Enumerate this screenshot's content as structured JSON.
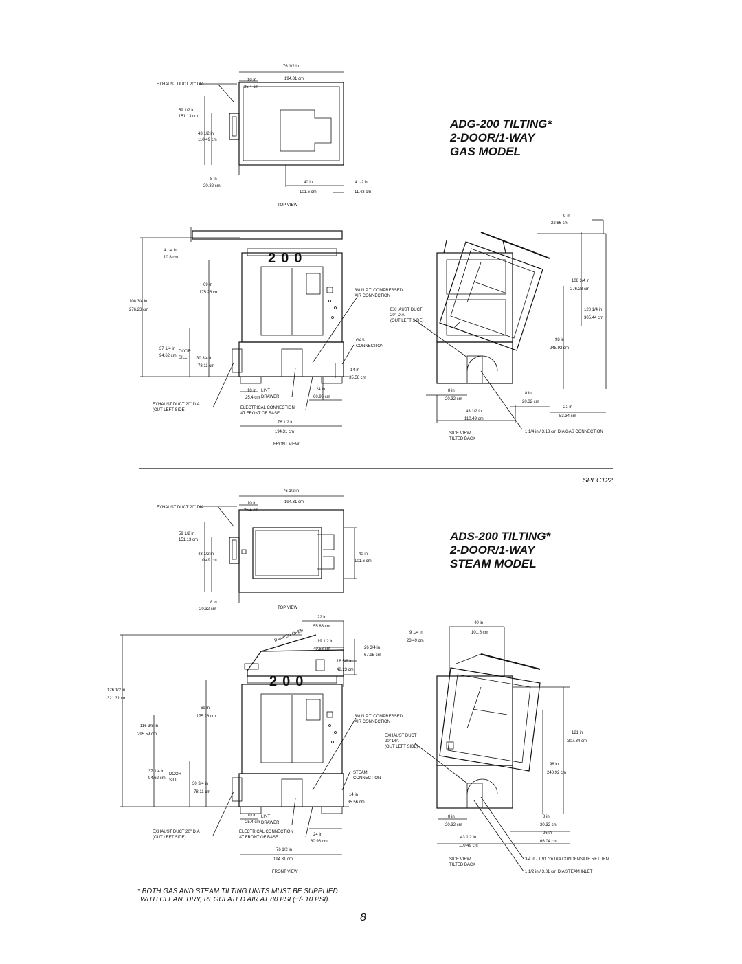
{
  "gas": {
    "title_line1": "ADG-200 TILTING*",
    "title_line2": "2-DOOR/1-WAY",
    "title_line3": "GAS MODEL",
    "top": {
      "exhaust": "EXHAUST DUCT 20\" DIA",
      "w_in": "76 1/2 in",
      "w_cm": "194.31 cm",
      "d10_in": "10 in",
      "d10_cm": "25.4 cm",
      "d59_in": "59 1/2 in",
      "d59_cm": "151.13 cm",
      "d43_in": "43 1/2 in",
      "d43_cm": "110.49 cm",
      "d8_in": "8 in",
      "d8_cm": "20.32 cm",
      "d40_in": "40 in",
      "d40_cm": "101.6 cm",
      "d4_in": "4 1/2 in",
      "d4_cm": "11.43 cm",
      "caption": "TOP VIEW"
    },
    "front": {
      "d41_in": "4 1/4 in",
      "d41_cm": "10.8 cm",
      "d69_in": "69 in",
      "d69_cm": "175.26 cm",
      "d108_in": "108 3/4 in",
      "d108_cm": "276.23 cm",
      "d37_in": "37 1/4 in",
      "d37_cm": "94.62 cm",
      "door": "DOOR",
      "sill": "SILL",
      "d30_in": "30 3/4 in",
      "d30_cm": "78.11 cm",
      "d10_in": "10 in",
      "d10_cm": "25.4 cm",
      "lint": "LINT",
      "drawer": "DRAWER",
      "d24_in": "24 in",
      "d24_cm": "60.96 cm",
      "d14_in": "14 in",
      "d14_cm": "35.56 cm",
      "air1": "3/8 N.P.T. COMPRESSED",
      "air2": "AIR CONNECTION",
      "gas1": "GAS",
      "gas2": "CONNECTION",
      "exh1": "EXHAUST DUCT 20\" DIA",
      "exh2": "(OUT LEFT SIDE)",
      "elec1": "ELECTRICAL CONNECTION",
      "elec2": "AT FRONT OF BASE",
      "w_in": "76 1/2 in",
      "w_cm": "194.31 cm",
      "number": "200",
      "caption": "FRONT VIEW"
    },
    "side": {
      "d9_in": "9 in",
      "d9_cm": "22.86 cm",
      "d108_in": "108 3/4 in",
      "d108_cm": "276.23 cm",
      "d120_in": "120 1/4 in",
      "d120_cm": "305.44 cm",
      "d98_in": "98 in",
      "d98_cm": "248.92 cm",
      "exh1": "EXHAUST DUCT",
      "exh2": "20\" DIA",
      "exh3": "(OUT LEFT SIDE)",
      "d8a_in": "8 in",
      "d8a_cm": "20.32 cm",
      "d8b_in": "8 in",
      "d8b_cm": "20.32 cm",
      "d43_in": "43 1/2 in",
      "d43_cm": "110.49 cm",
      "d21_in": "21 in",
      "d21_cm": "53.34 cm",
      "conn": "1 1/4 in / 3.18 cm DIA GAS CONNECTION",
      "caption1": "SIDE VIEW",
      "caption2": "TILTED BACK"
    }
  },
  "spec_code": "SPEC122",
  "steam": {
    "title_line1": "ADS-200 TILTING*",
    "title_line2": "2-DOOR/1-WAY",
    "title_line3": "STEAM MODEL",
    "top": {
      "exhaust": "EXHAUST DUCT 20\" DIA",
      "w_in": "76 1/2 in",
      "w_cm": "194.31 cm",
      "d10_in": "10 in",
      "d10_cm": "25.4 cm",
      "d59_in": "59 1/2 in",
      "d59_cm": "151.13 cm",
      "d43_in": "43 1/2 in",
      "d43_cm": "110.49 cm",
      "d40_in": "40 in",
      "d40_cm": "101.6 cm",
      "d8_in": "8 in",
      "d8_cm": "20.32 cm",
      "caption": "TOP VIEW"
    },
    "front": {
      "d22_in": "22 in",
      "d22_cm": "55.88 cm",
      "damper": "DAMPER OPEN",
      "d19_in": "19 1/2 in",
      "d19_cm": "49.53 cm",
      "d26_in": "26 3/4 in",
      "d26_cm": "67.95 cm",
      "d16_in": "16 5/8 in",
      "d16_cm": "42.23 cm",
      "d126_in": "126 1/2 in",
      "d126_cm": "321.31 cm",
      "d69_in": "69 in",
      "d69_cm": "175.26 cm",
      "d116_in": "116 3/8 in",
      "d116_cm": "295.59 cm",
      "d37_in": "37 1/4 in",
      "d37_cm": "94.62 cm",
      "door": "DOOR",
      "sill": "SILL",
      "d30_in": "30 3/4 in",
      "d30_cm": "78.11 cm",
      "d10_in": "10 in",
      "d10_cm": "25.4 cm",
      "lint": "LINT",
      "drawer": "DRAWER",
      "d24_in": "24 in",
      "d24_cm": "60.96 cm",
      "d14_in": "14 in",
      "d14_cm": "35.56 cm",
      "air1": "3/8 N.P.T. COMPRESSED",
      "air2": "AIR CONNECTION",
      "steam1": "STEAM",
      "steam2": "CONNECTION",
      "exh1": "EXHAUST DUCT 20\" DIA",
      "exh2": "(OUT LEFT SIDE)",
      "elec1": "ELECTRICAL CONNECTION",
      "elec2": "AT FRONT OF BASE",
      "w_in": "76 1/2 in",
      "w_cm": "194.31 cm",
      "number": "200",
      "caption": "FRONT VIEW"
    },
    "side": {
      "d9_in": "9 1/4 in",
      "d9_cm": "23.49 cm",
      "d40_in": "40 in",
      "d40_cm": "101.6 cm",
      "d121_in": "121 in",
      "d121_cm": "307.34 cm",
      "d98_in": "98 in",
      "d98_cm": "248.92 cm",
      "exh1": "EXHAUST DUCT",
      "exh2": "20\" DIA",
      "exh3": "(OUT LEFT SIDE)",
      "d8a_in": "8 in",
      "d8a_cm": "20.32 cm",
      "d8b_in": "8 in",
      "d8b_cm": "20.32 cm",
      "d43_in": "43 1/2 in",
      "d43_cm": "110.49 cm",
      "d26_in": "26 in",
      "d26_cm": "66.04 cm",
      "cond": "3/4 in / 1.91 cm DIA CONDENSATE RETURN",
      "inlet": "1 1/2 in / 3.81 cm DIA STEAM INLET",
      "caption1": "SIDE VIEW",
      "caption2": "TILTED BACK"
    }
  },
  "note_line1": "* BOTH GAS AND STEAM TILTING UNITS MUST BE SUPPLIED",
  "note_line2": "WITH CLEAN, DRY, REGULATED AIR AT 80 PSI (+/- 10 PSI).",
  "page_number": "8"
}
